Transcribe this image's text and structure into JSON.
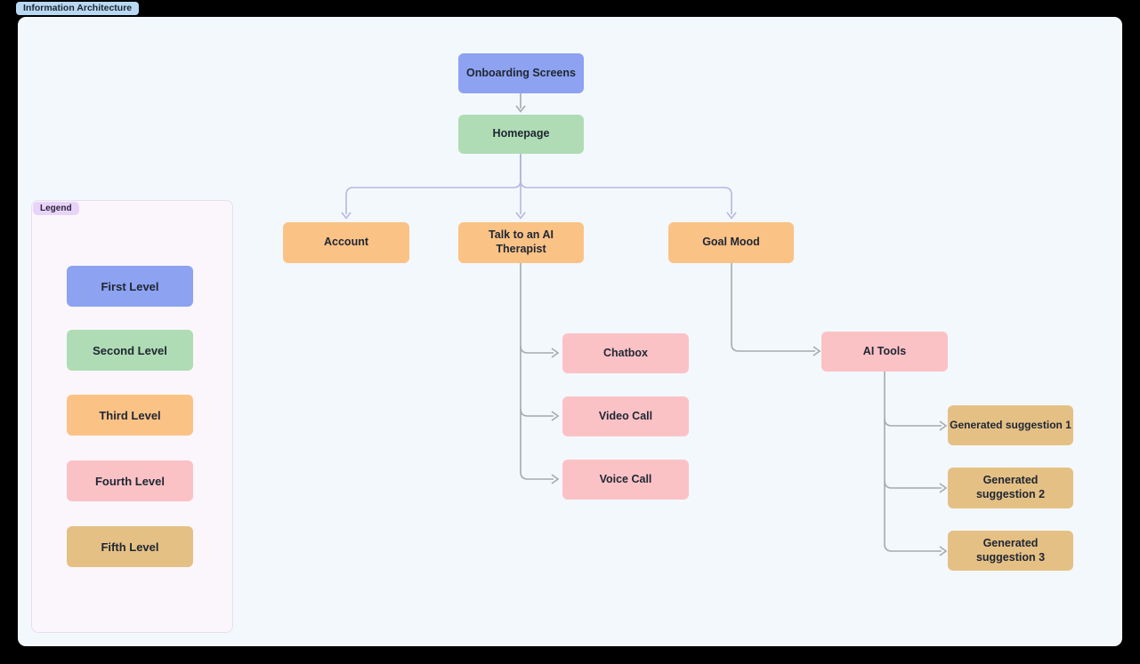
{
  "tab": {
    "label": "Information Architecture"
  },
  "legend": {
    "title": "Legend",
    "items": [
      {
        "label": "First Level",
        "color": "#8da2f0"
      },
      {
        "label": "Second Level",
        "color": "#afdcb4"
      },
      {
        "label": "Third Level",
        "color": "#fbc286"
      },
      {
        "label": "Fourth Level",
        "color": "#fbc2c6"
      },
      {
        "label": "Fifth Level",
        "color": "#e5c084"
      }
    ]
  },
  "diagram": {
    "nodes": {
      "onboarding_screens": {
        "label": "Onboarding Screens",
        "level": "First Level"
      },
      "homepage": {
        "label": "Homepage",
        "level": "Second Level"
      },
      "account": {
        "label": "Account",
        "level": "Third Level"
      },
      "talk_to_ai_therapist": {
        "label": "Talk to an AI Therapist",
        "level": "Third Level"
      },
      "goal_mood": {
        "label": "Goal Mood",
        "level": "Third Level"
      },
      "chatbox": {
        "label": "Chatbox",
        "level": "Fourth Level"
      },
      "video_call": {
        "label": "Video Call",
        "level": "Fourth Level"
      },
      "voice_call": {
        "label": "Voice Call",
        "level": "Fourth Level"
      },
      "ai_tools": {
        "label": "AI Tools",
        "level": "Fourth Level"
      },
      "generated_suggestion_1": {
        "label": "Generated suggestion 1",
        "level": "Fifth Level"
      },
      "generated_suggestion_2": {
        "label": "Generated suggestion 2",
        "level": "Fifth Level"
      },
      "generated_suggestion_3": {
        "label": "Generated suggestion 3",
        "level": "Fifth Level"
      }
    },
    "edges": [
      {
        "from": "onboarding_screens",
        "to": "homepage",
        "color": "#a8a9ab"
      },
      {
        "from": "homepage",
        "to": "account",
        "color": "#b5b7e0"
      },
      {
        "from": "homepage",
        "to": "talk_to_ai_therapist",
        "color": "#b5b7e0"
      },
      {
        "from": "homepage",
        "to": "goal_mood",
        "color": "#b5b7e0"
      },
      {
        "from": "talk_to_ai_therapist",
        "to": "chatbox",
        "color": "#a8a9ab"
      },
      {
        "from": "talk_to_ai_therapist",
        "to": "video_call",
        "color": "#a8a9ab"
      },
      {
        "from": "talk_to_ai_therapist",
        "to": "voice_call",
        "color": "#a8a9ab"
      },
      {
        "from": "goal_mood",
        "to": "ai_tools",
        "color": "#a8a9ab"
      },
      {
        "from": "ai_tools",
        "to": "generated_suggestion_1",
        "color": "#a8a9ab"
      },
      {
        "from": "ai_tools",
        "to": "generated_suggestion_2",
        "color": "#a8a9ab"
      },
      {
        "from": "ai_tools",
        "to": "generated_suggestion_3",
        "color": "#a8a9ab"
      }
    ],
    "colors": {
      "canvas_bg": "#f3f8fd",
      "page_bg": "#000000",
      "tab_bg": "#b9d8f2",
      "legend_bg": "#fbf6fc",
      "legend_tag_bg": "#e7d4f8",
      "connector_lavender": "#b5b7e0",
      "connector_gray": "#a8a9ab",
      "node_text": "#202733"
    }
  }
}
